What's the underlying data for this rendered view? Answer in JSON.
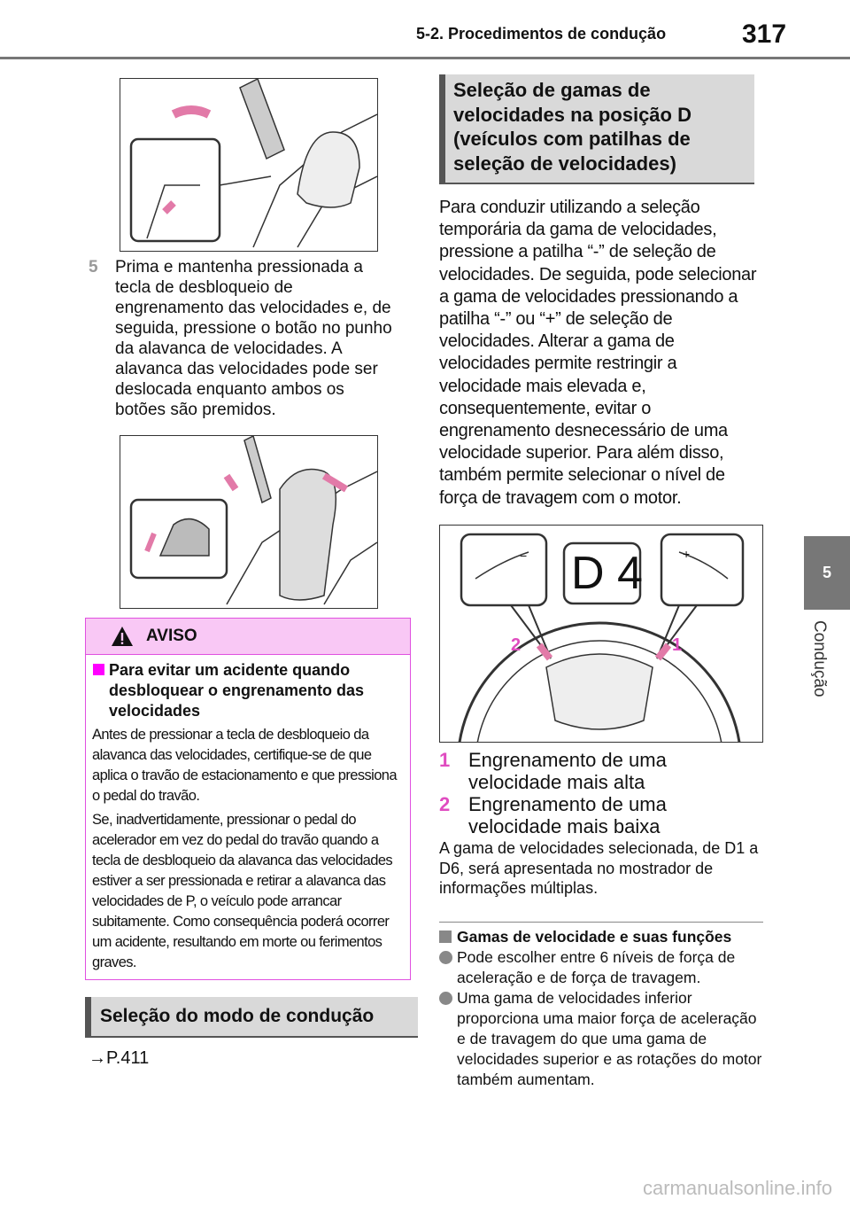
{
  "header": {
    "section": "5-2. Procedimentos de condução",
    "page_number": "317"
  },
  "side_tab": {
    "number": "5",
    "label": "Condução"
  },
  "left": {
    "step": {
      "number": "5",
      "text": "Prima e mantenha pressionada a tecla de desbloqueio de engrenamento das velocidades e, de seguida, pressione o botão no punho da alavanca de velocidades. A alavanca das velocidades pode ser deslocada enquanto ambos os botões são premidos."
    },
    "warning": {
      "title": "AVISO",
      "subtitle": "Para evitar um acidente quando desbloquear o engrenamento das velocidades",
      "paragraphs": [
        "Antes de pressionar a tecla de desbloqueio da alavanca das velocidades, certifique-se de que aplica o travão de estacionamento e que pressiona o pedal do travão.",
        "Se, inadvertidamente, pressionar o pedal do acelerador em vez do pedal do travão quando a tecla de desbloqueio da alavanca das velocidades estiver a ser pressionada e retirar a alavanca das velocidades de P, o veículo pode arrancar subitamente. Como consequência poderá ocorrer um acidente, resultando em morte ou ferimentos graves."
      ]
    },
    "section_heading": "Seleção do modo de condução",
    "reference": "→P.411"
  },
  "right": {
    "section_heading": "Seleção de gamas de velocidades na posição D (veículos com patilhas de seleção de velocidades)",
    "paragraph": "Para conduzir utilizando a seleção temporária da gama de velocidades, pressione a patilha “-” de seleção de velocidades. De seguida, pode selecionar a gama de velocidades pressionando a patilha “-” ou “+” de seleção de velocidades. Alterar a gama de velocidades permite restringir a velocidade mais elevada e, consequentemente, evitar o engrenamento desnecessário de uma velocidade superior. Para além disso, também permite selecionar o nível de força de travagem com o motor.",
    "figure": {
      "display": "D 4",
      "callout1": "1",
      "callout2": "2",
      "minus": "−",
      "plus": "+"
    },
    "items": [
      {
        "number": "1",
        "text": "Engrenamento de uma velocidade mais alta"
      },
      {
        "number": "2",
        "text": "Engrenamento de uma velocidade mais baixa"
      }
    ],
    "note": "A gama de velocidades selecionada, de D1 a D6, será apresentada no mostrador de informações múltiplas.",
    "subsection": {
      "title": "Gamas de velocidade e suas funções",
      "bullets": [
        "Pode escolher entre 6 níveis de força de aceleração e de força de travagem.",
        "Uma gama de velocidades inferior proporciona uma maior força de aceleração e de travagem do que uma gama de velocidades superior e as rotações do motor também aumentam."
      ]
    }
  },
  "watermark": "carmanualsonline.info",
  "colors": {
    "accent": "#e04cc0",
    "warning_border": "#e050e0",
    "warning_bg": "#f9c8f5",
    "heading_bg": "#d9d9d9"
  }
}
